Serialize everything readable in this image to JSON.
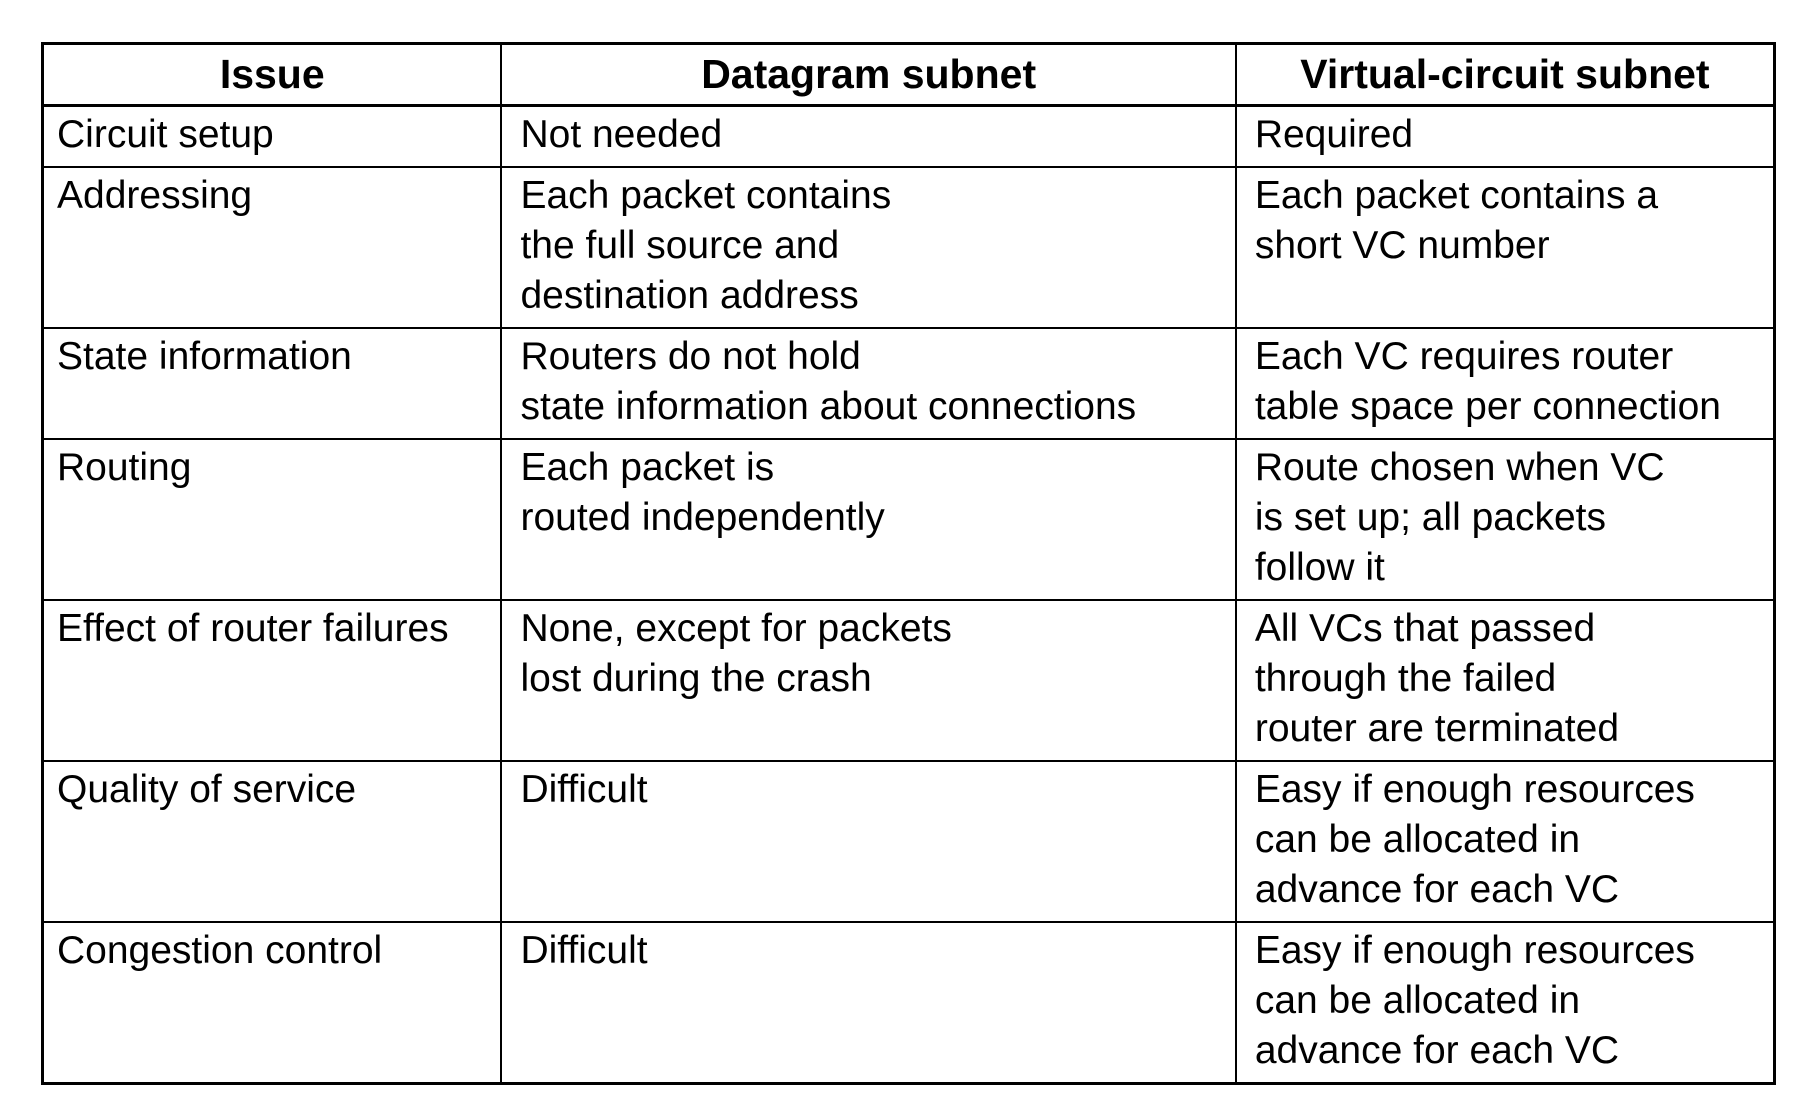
{
  "table": {
    "columns": {
      "issue": "Issue",
      "datagram": "Datagram subnet",
      "vc": "Virtual-circuit subnet"
    },
    "rows": [
      {
        "issue": "Circuit setup",
        "datagram": "Not needed",
        "vc": "Required"
      },
      {
        "issue": "Addressing",
        "datagram": "Each packet contains\nthe full source and\ndestination address",
        "vc": "Each packet contains a\nshort VC number"
      },
      {
        "issue": "State information",
        "datagram": "Routers do not hold\nstate information about connections",
        "vc": "Each VC requires router\ntable space per connection"
      },
      {
        "issue": "Routing",
        "datagram": "Each packet is\nrouted independently",
        "vc": "Route chosen when VC\nis set up; all packets\nfollow it"
      },
      {
        "issue": "Effect of router failures",
        "datagram": "None, except for packets\nlost during the crash",
        "vc": "All VCs that passed\nthrough the failed\nrouter are terminated"
      },
      {
        "issue": "Quality of service",
        "datagram": "Difficult",
        "vc": "Easy if enough resources\ncan be allocated in\nadvance for each VC"
      },
      {
        "issue": "Congestion control",
        "datagram": "Difficult",
        "vc": "Easy if enough resources\ncan be allocated in\nadvance for each VC"
      }
    ],
    "colors": {
      "border": "#000000",
      "text": "#000000",
      "background": "#ffffff"
    }
  }
}
